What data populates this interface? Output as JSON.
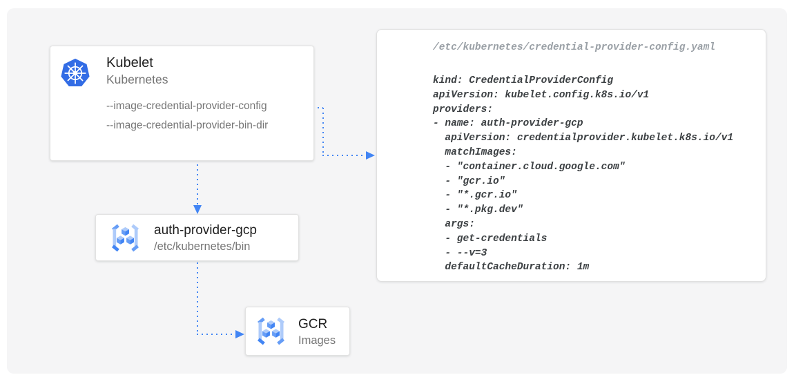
{
  "diagram": {
    "kubelet": {
      "title": "Kubelet",
      "subtitle": "Kubernetes",
      "flags": [
        "--image-credential-provider-config",
        "--image-credential-provider-bin-dir"
      ]
    },
    "auth_provider": {
      "title": "auth-provider-gcp",
      "subtitle": "/etc/kubernetes/bin"
    },
    "gcr": {
      "title": "GCR",
      "subtitle": "Images"
    },
    "config_panel": {
      "path": "/etc/kubernetes/credential-provider-config.yaml",
      "yaml_lines": [
        "kind: CredentialProviderConfig",
        "apiVersion: kubelet.config.k8s.io/v1",
        "providers:",
        "- name: auth-provider-gcp",
        "  apiVersion: credentialprovider.kubelet.k8s.io/v1",
        "  matchImages:",
        "  - \"container.cloud.google.com\"",
        "  - \"gcr.io\"",
        "  - \"*.gcr.io\"",
        "  - \"*.pkg.dev\"",
        "  args:",
        "  - get-credentials",
        "  - --v=3",
        "  defaultCacheDuration: 1m"
      ]
    },
    "icons": {
      "kubelet": "kubernetes-wheel-icon",
      "auth_provider": "gcr-cubes-icon",
      "gcr": "gcr-cubes-icon"
    },
    "colors": {
      "arrow_blue": "#4285F4",
      "kubernetes_blue": "#326CE5",
      "cube_light": "#AECBFA",
      "cube_mid": "#669DF6",
      "canvas_background": "#F5F5F6",
      "card_background": "#FFFFFF",
      "text_primary": "#212121",
      "text_secondary": "#757575",
      "code_text": "#3C4043",
      "code_path_text": "#9AA0A6"
    }
  }
}
